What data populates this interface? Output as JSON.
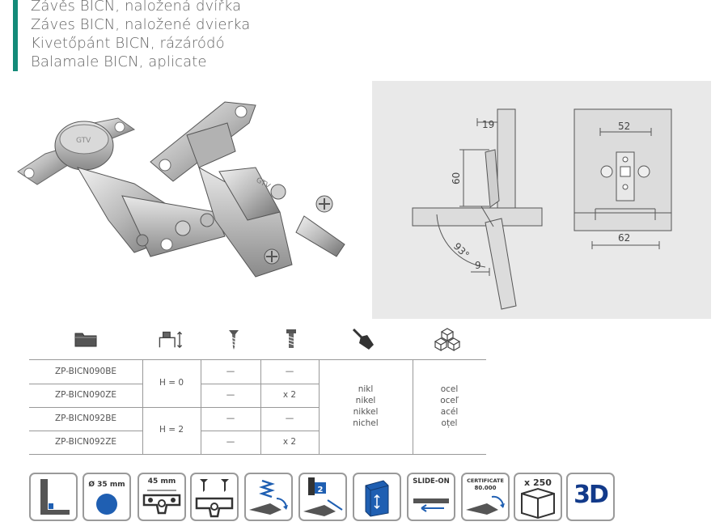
{
  "titles": [
    "Závěs BICN, naložená dvířka",
    "Záves BICN, naložené dvierka",
    "Kivetőpánt BICN, rázáródó",
    "Balamale BICN, aplicate"
  ],
  "colors": {
    "accent": "#138a78",
    "drawing_bg": "#e9e9e9",
    "badge_blue": "#1f5fb2"
  },
  "photo": {
    "brand_mark": "GTV"
  },
  "drawing": {
    "side_view": {
      "dim_19": "19",
      "dim_60": "60",
      "angle": "93°",
      "dim_9": "9"
    },
    "front_view": {
      "dim_52": "52",
      "dim_62": "62"
    }
  },
  "spec_icons": [
    "folder-icon",
    "plate-height-icon",
    "screw-icon",
    "euro-screw-icon",
    "finish-brush-icon",
    "material-cubes-icon"
  ],
  "table": {
    "codes": [
      "ZP-BICN090BE",
      "ZP-BICN090ZE",
      "ZP-BICN092BE",
      "ZP-BICN092ZE"
    ],
    "heights": [
      "H = 0",
      "H = 2"
    ],
    "screws": [
      "—",
      "—",
      "—",
      "—"
    ],
    "euro_screws": [
      "—",
      "x 2",
      "—",
      "x 2"
    ],
    "finish": [
      "nikl",
      "nikel",
      "nikkel",
      "nichel"
    ],
    "material": [
      "ocel",
      "oceľ",
      "acél",
      "oțel"
    ]
  },
  "badges": {
    "cup_diameter": "Ø 35 mm",
    "plate_width": "45 mm",
    "overlay_number": "2",
    "slide_on": "SLIDE-ON",
    "certificate_title": "CERTIFICATE",
    "certificate_value": "80.000",
    "cycles": "x 250",
    "three_d": "3D"
  }
}
